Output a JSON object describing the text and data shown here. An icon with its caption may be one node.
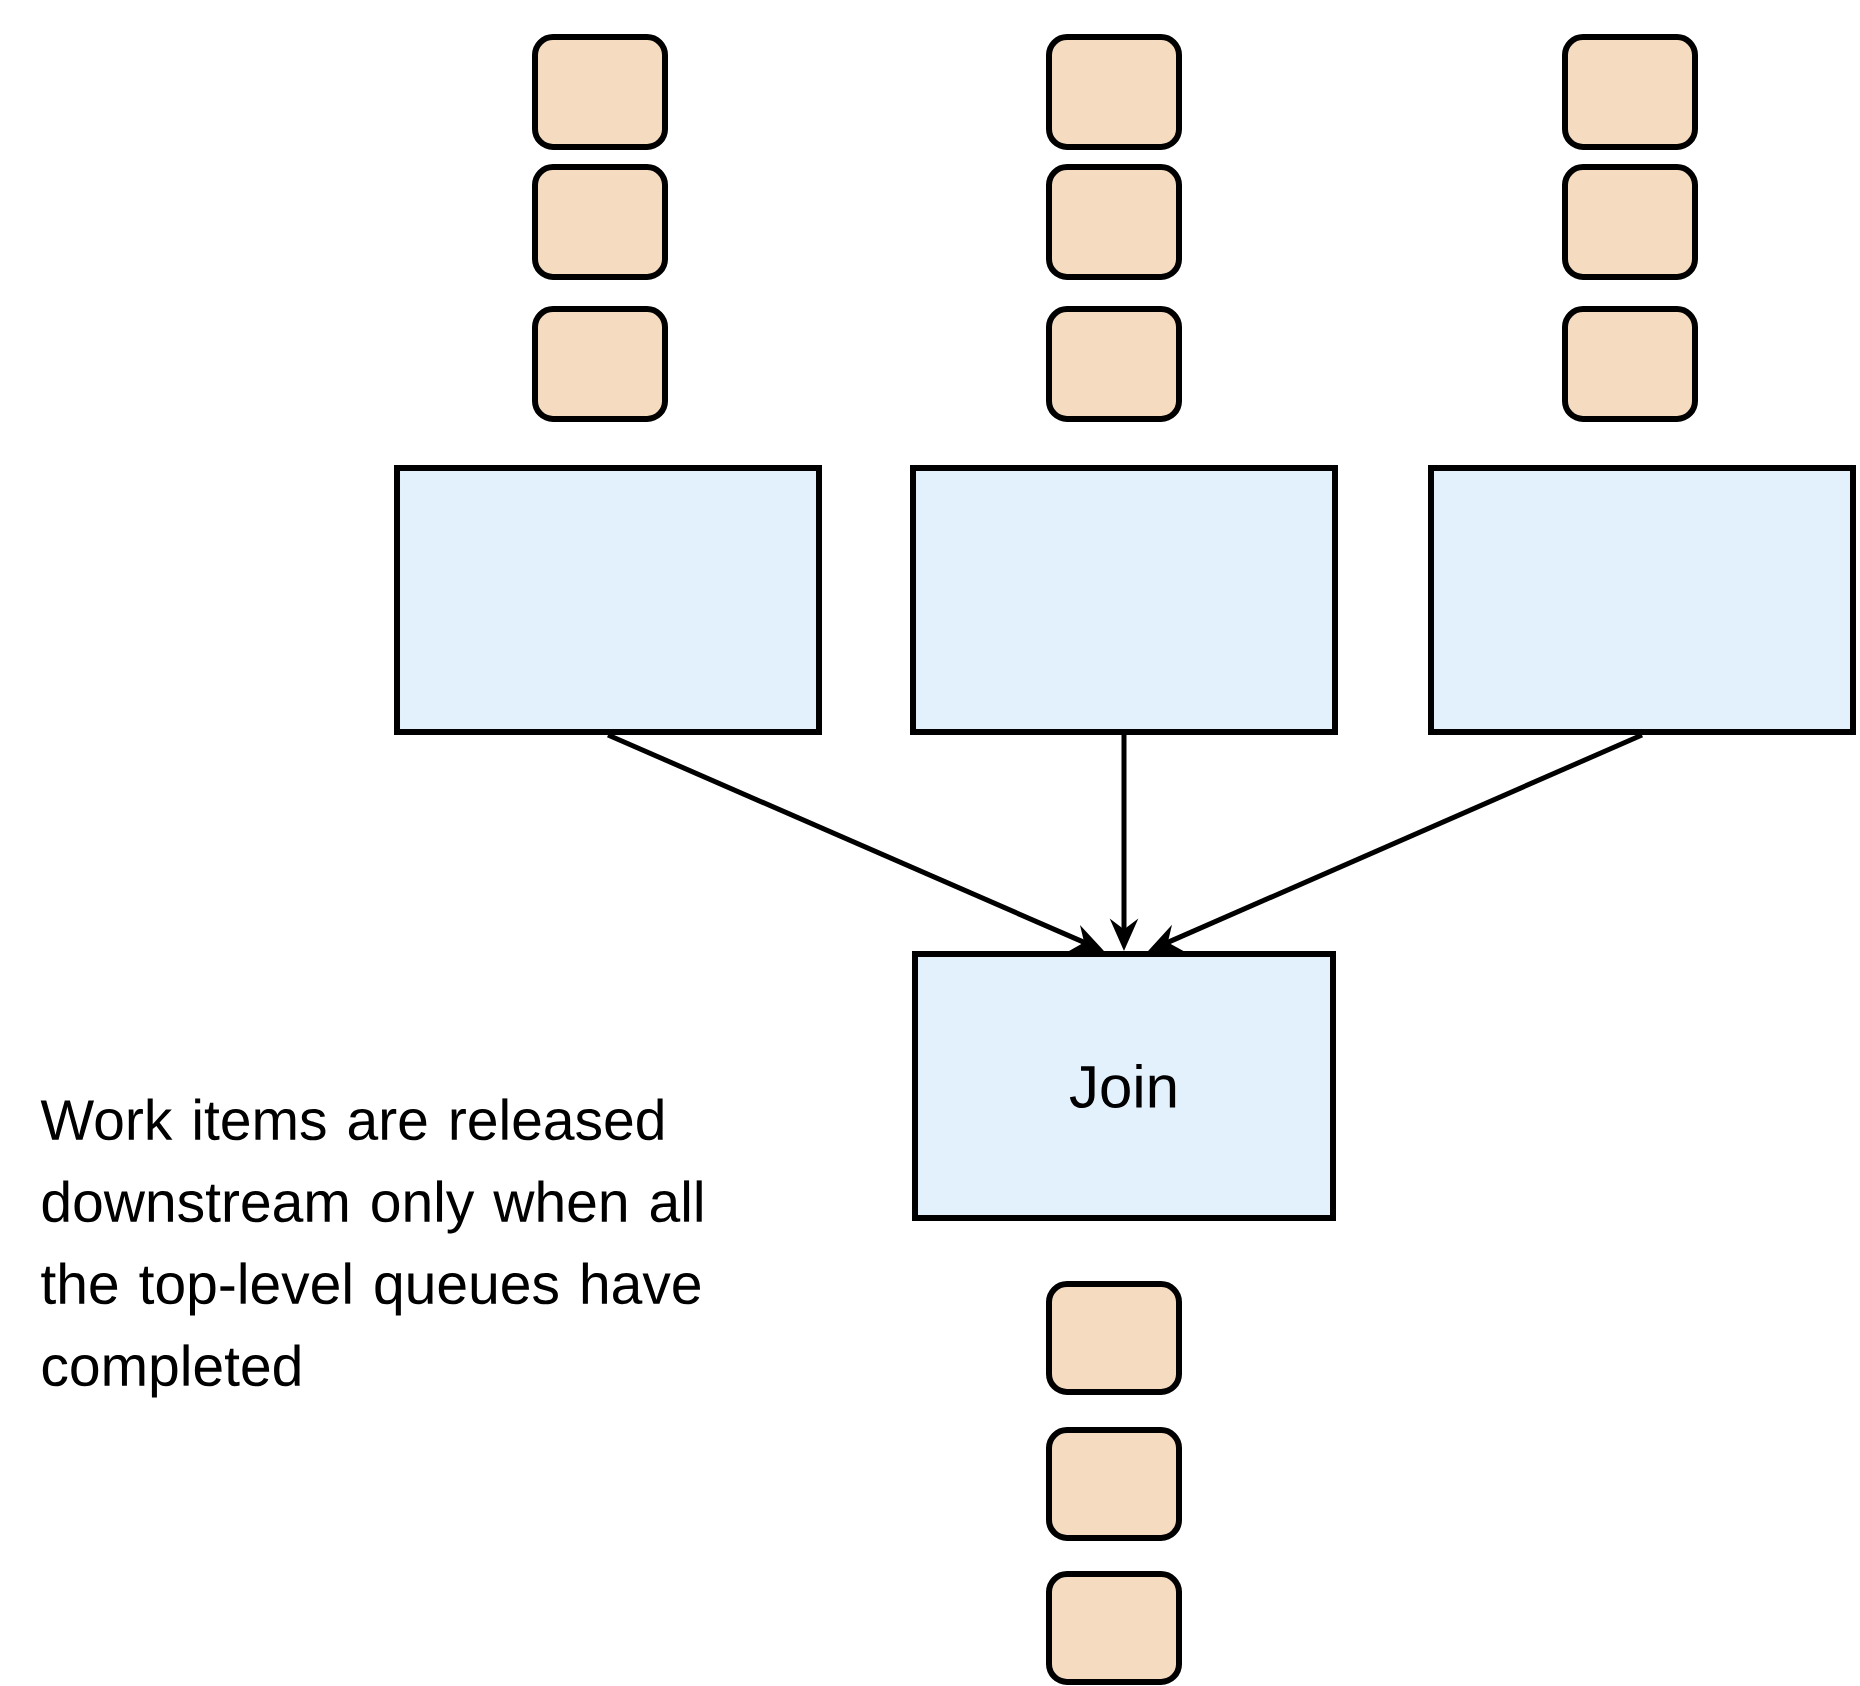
{
  "diagram": {
    "nodes": [
      {
        "text": [],
        "shape": "box"
      },
      {
        "text": [],
        "shape": "box"
      },
      {
        "text": [],
        "shape": "box"
      },
      {
        "text": [],
        "shape": "box"
      },
      {
        "text": [],
        "shape": "box"
      },
      {
        "text": [],
        "shape": "box"
      },
      {
        "text": [],
        "shape": "box"
      },
      {
        "text": [],
        "shape": "box"
      },
      {
        "text": [],
        "shape": "box"
      },
      {
        "text": [],
        "shape": "box"
      },
      {
        "text": [],
        "shape": "box"
      },
      {
        "text": [],
        "shape": "box"
      },
      {
        "text": [
          "Join"
        ]
      },
      {
        "text": [],
        "shape": "box"
      },
      {
        "text": [],
        "shape": "box"
      },
      {
        "text": [],
        "shape": "box"
      }
    ],
    "edges": [
      {
        "from": 9,
        "to": 12,
        "arrow": "to"
      },
      {
        "from": 10,
        "to": 12,
        "arrow": "to"
      },
      {
        "from": 11,
        "to": 12,
        "arrow": "to"
      }
    ],
    "labels": [
      "Work items are released downstream only when all the top-level queues have completed"
    ]
  }
}
